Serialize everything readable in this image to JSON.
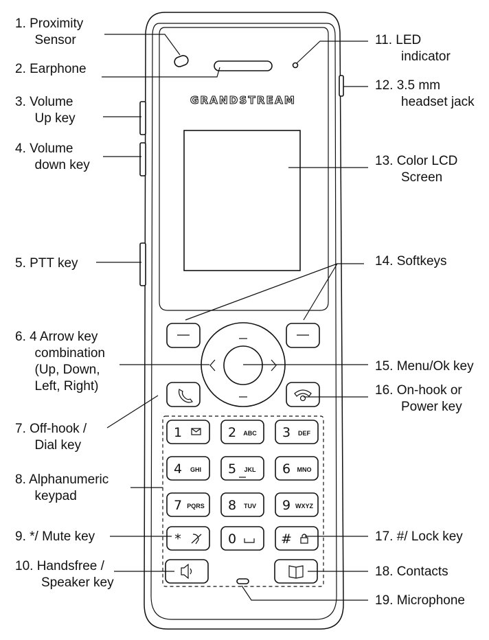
{
  "brand": "GRANDSTREAM",
  "callouts": [
    {
      "id": "c1",
      "lines": [
        "1. Proximity",
        "Sensor"
      ]
    },
    {
      "id": "c2",
      "lines": [
        "2. Earphone"
      ]
    },
    {
      "id": "c3",
      "lines": [
        "3. Volume",
        "Up key"
      ]
    },
    {
      "id": "c4",
      "lines": [
        "4. Volume",
        "down key"
      ]
    },
    {
      "id": "c5",
      "lines": [
        "5. PTT key"
      ]
    },
    {
      "id": "c6",
      "lines": [
        "6. 4 Arrow key",
        "combination",
        "(Up, Down,",
        "Left, Right)"
      ]
    },
    {
      "id": "c7",
      "lines": [
        "7. Off-hook /",
        "Dial key"
      ]
    },
    {
      "id": "c8",
      "lines": [
        "8. Alphanumeric",
        "keypad"
      ]
    },
    {
      "id": "c9",
      "lines": [
        "9. */ Mute key"
      ]
    },
    {
      "id": "c10",
      "lines": [
        "10. Handsfree /",
        "Speaker key"
      ]
    },
    {
      "id": "c11",
      "lines": [
        "11. LED",
        "indicator"
      ]
    },
    {
      "id": "c12",
      "lines": [
        "12. 3.5 mm",
        "headset jack"
      ]
    },
    {
      "id": "c13",
      "lines": [
        "13. Color LCD",
        "Screen"
      ]
    },
    {
      "id": "c14",
      "lines": [
        "14. Softkeys"
      ]
    },
    {
      "id": "c15",
      "lines": [
        "15. Menu/Ok key"
      ]
    },
    {
      "id": "c16",
      "lines": [
        "16. On-hook or",
        "Power key"
      ]
    },
    {
      "id": "c17",
      "lines": [
        "17. #/ Lock key"
      ]
    },
    {
      "id": "c18",
      "lines": [
        "18. Contacts"
      ]
    },
    {
      "id": "c19",
      "lines": [
        "19. Microphone"
      ]
    }
  ],
  "keypad": [
    {
      "digit": "1",
      "letters": "",
      "icon": "voicemail-icon"
    },
    {
      "digit": "2",
      "letters": "ABC"
    },
    {
      "digit": "3",
      "letters": "DEF"
    },
    {
      "digit": "4",
      "letters": "GHI"
    },
    {
      "digit": "5",
      "letters": "JKL"
    },
    {
      "digit": "6",
      "letters": "MNO"
    },
    {
      "digit": "7",
      "letters": "PQRS"
    },
    {
      "digit": "8",
      "letters": "TUV"
    },
    {
      "digit": "9",
      "letters": "WXYZ"
    },
    {
      "digit": "*",
      "letters": "",
      "icon": "mute-icon"
    },
    {
      "digit": "0",
      "letters": "",
      "icon": "space-icon"
    },
    {
      "digit": "#",
      "letters": "",
      "icon": "lock-icon"
    }
  ]
}
